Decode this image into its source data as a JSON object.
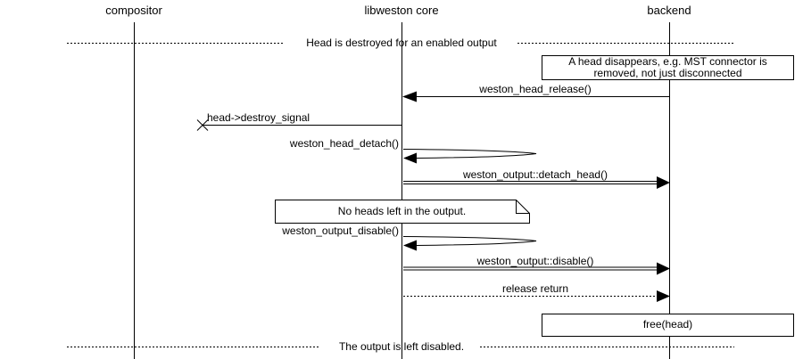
{
  "participants": [
    "compositor",
    "libweston core",
    "backend"
  ],
  "dividers": {
    "top": "Head is destroyed for an enabled output",
    "bottom": "The output is left disabled."
  },
  "notes": {
    "head_disappears": {
      "lines": [
        "A head disappears, e.g. MST connector is",
        "removed, not just disconnected"
      ]
    },
    "no_heads": "No heads left in the output.",
    "free_head": "free(head)"
  },
  "messages": {
    "head_release": "weston_head_release()",
    "destroy_signal": "head->destroy_signal",
    "head_detach": "weston_head_detach()",
    "detach_head": "weston_output::detach_head()",
    "output_disable": "weston_output_disable()",
    "disable": "weston_output::disable()",
    "release_return": "release return"
  },
  "colors": {
    "line": "#000000",
    "background": "#ffffff"
  }
}
